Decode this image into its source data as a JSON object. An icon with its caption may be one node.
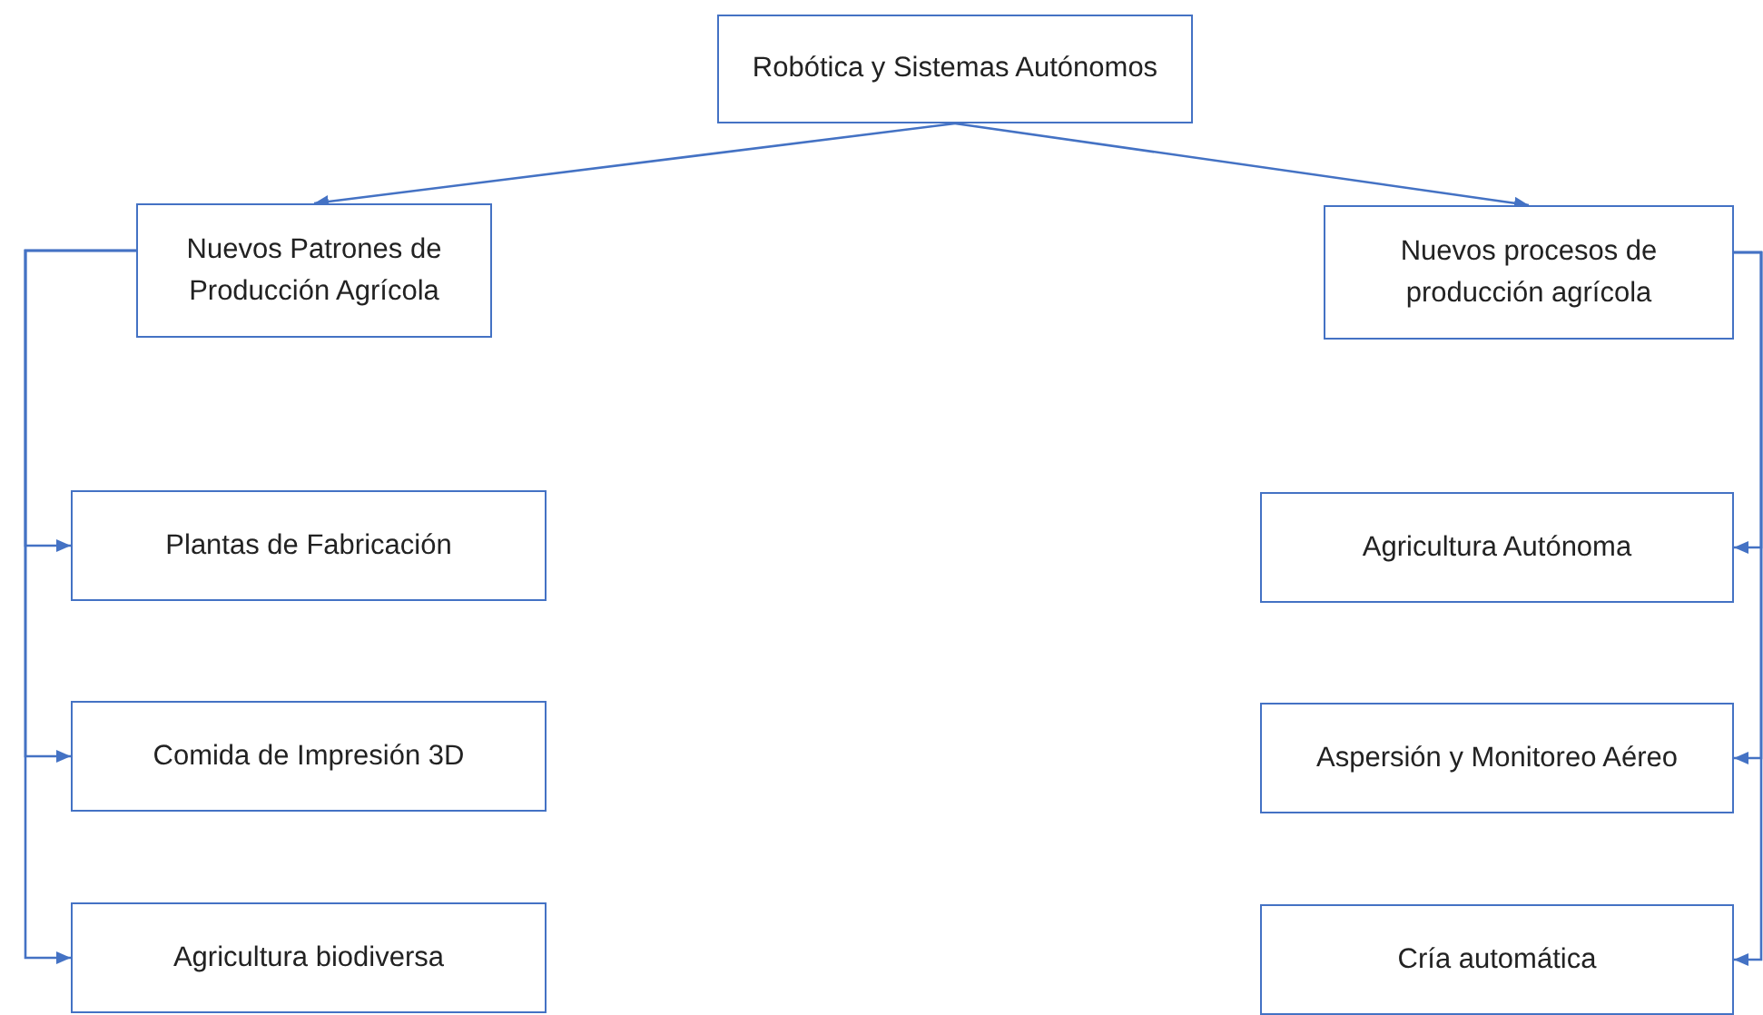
{
  "diagram": {
    "nodes": [
      {
        "text": [
          "Robótica y Sistemas Autónomos"
        ]
      },
      {
        "text": [
          "Nuevos Patrones de Producción Agrícola"
        ]
      },
      {
        "text": [
          "Nuevos procesos de producción agrícola"
        ]
      },
      {
        "text": [
          "Plantas de Fabricación"
        ]
      },
      {
        "text": [
          "Comida de Impresión 3D"
        ]
      },
      {
        "text": [
          "Agricultura biodiversa"
        ]
      },
      {
        "text": [
          "Agricultura Autónoma"
        ]
      },
      {
        "text": [
          "Aspersión y Monitoreo Aéreo"
        ]
      },
      {
        "text": [
          "Cría automática"
        ]
      }
    ],
    "edges": [
      {
        "from": 0,
        "to": 1,
        "arrow": "to"
      },
      {
        "from": 0,
        "to": 2,
        "arrow": "to"
      },
      {
        "from": 1,
        "to": 3,
        "arrow": "to"
      },
      {
        "from": 1,
        "to": 4,
        "arrow": "to"
      },
      {
        "from": 1,
        "to": 5,
        "arrow": "to"
      },
      {
        "from": 2,
        "to": 6,
        "arrow": "to"
      },
      {
        "from": 2,
        "to": 7,
        "arrow": "to"
      },
      {
        "from": 2,
        "to": 8,
        "arrow": "to"
      }
    ]
  }
}
